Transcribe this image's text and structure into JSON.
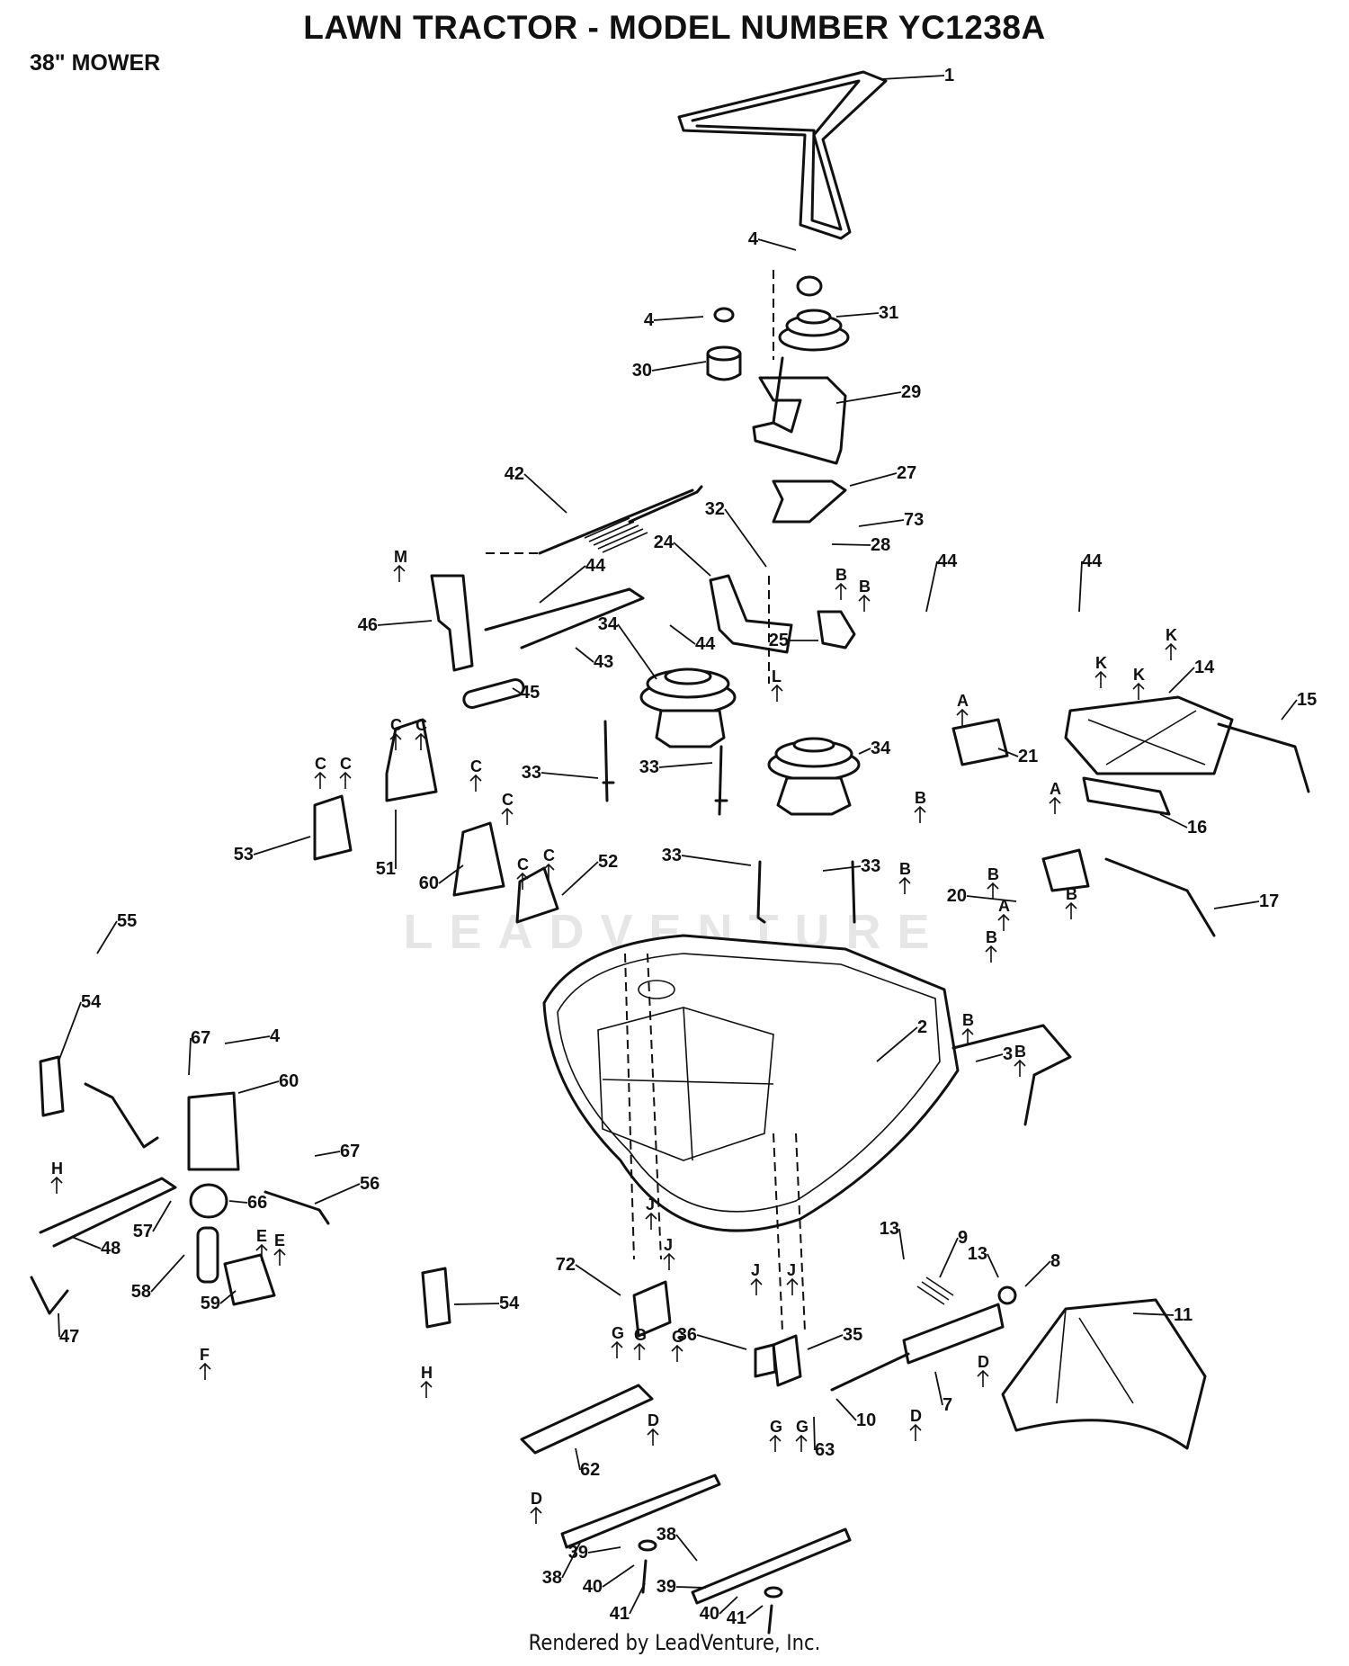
{
  "header": {
    "title": "LAWN TRACTOR - MODEL NUMBER YC1238A",
    "subtitle": "38\" MOWER"
  },
  "footer": {
    "text": "Rendered by LeadVenture, Inc."
  },
  "watermark": {
    "text": "LEADVENTURE"
  },
  "callouts": [
    "1",
    "2",
    "3",
    "4",
    "4",
    "4",
    "7",
    "8",
    "9",
    "10",
    "11",
    "13",
    "13",
    "14",
    "15",
    "16",
    "17",
    "20",
    "21",
    "24",
    "25",
    "27",
    "28",
    "29",
    "30",
    "31",
    "32",
    "33",
    "33",
    "33",
    "33",
    "34",
    "34",
    "35",
    "36",
    "38",
    "38",
    "39",
    "39",
    "40",
    "40",
    "41",
    "41",
    "42",
    "43",
    "44",
    "44",
    "44",
    "44",
    "45",
    "46",
    "47",
    "48",
    "51",
    "52",
    "53",
    "54",
    "54",
    "55",
    "56",
    "57",
    "58",
    "59",
    "60",
    "60",
    "62",
    "63",
    "66",
    "67",
    "67",
    "72",
    "73"
  ],
  "reference_letters": [
    "A",
    "A",
    "A",
    "B",
    "B",
    "B",
    "B",
    "B",
    "B",
    "B",
    "B",
    "B",
    "C",
    "C",
    "C",
    "C",
    "C",
    "C",
    "C",
    "C",
    "D",
    "D",
    "D",
    "D",
    "E",
    "E",
    "F",
    "G",
    "G",
    "G",
    "G",
    "G",
    "H",
    "H",
    "J",
    "J",
    "J",
    "J",
    "K",
    "K",
    "K",
    "L",
    "M"
  ]
}
